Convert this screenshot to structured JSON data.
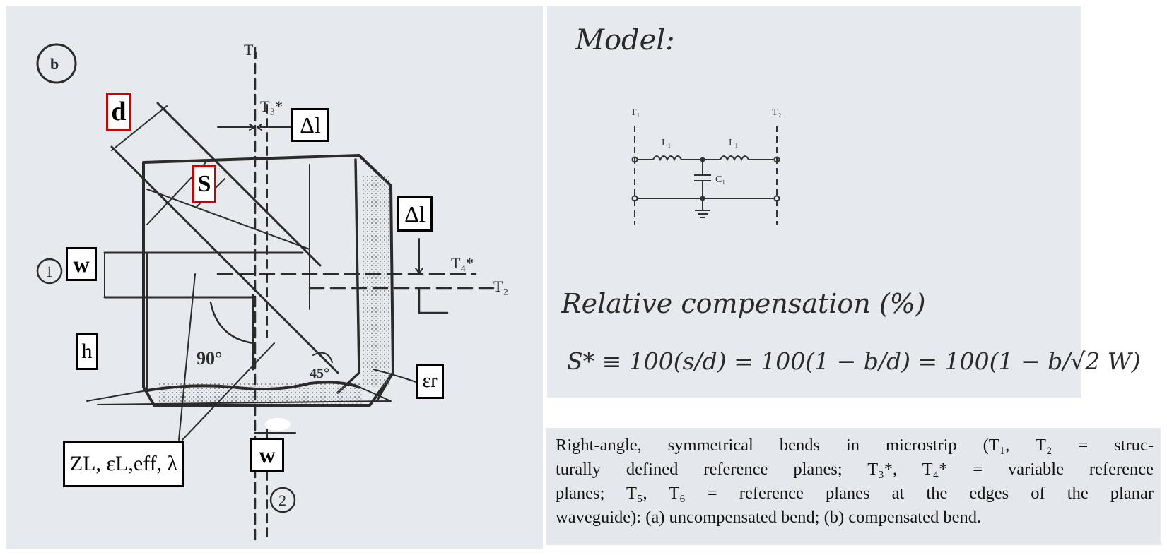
{
  "left_diagram": {
    "circle_label_b": "b",
    "port_labels": [
      "1",
      "2"
    ],
    "plane_labels": {
      "t1": "T₁",
      "t3": "T₃*",
      "t4": "T₄*",
      "t2": "T₂"
    },
    "angle_labels": [
      "90°",
      "45°"
    ],
    "boxes": {
      "d": "d",
      "s": "S",
      "delta_l_top": "Δl",
      "delta_l_right": "Δl",
      "w_left": "w",
      "w_bottom": "w",
      "h": "h",
      "epsilon_r": "εr",
      "zl": "ZL, εL,eff, λ"
    }
  },
  "model": {
    "title": "Model:",
    "circuit": {
      "t1": "T₁",
      "t2": "T₂",
      "l1_left": "L₁",
      "l1_right": "L₁",
      "c1": "C₁"
    },
    "relative_compensation_label": "Relative compensation (%)",
    "formula": "S* ≡ 100(s/d) = 100(1 − b/d) = 100(1 − b/√2 W)"
  },
  "caption": {
    "lines": [
      "Right-angle, symmetrical bends in microstrip (T₁, T₂ = struc-",
      "turally defined reference planes; T₃*, T₄* = variable reference",
      "planes; T₅, T₆ = reference planes at the edges of the planar",
      "waveguide): (a) uncompensated bend; (b) compensated bend."
    ]
  },
  "colors": {
    "panel_bg": "#e6eaee",
    "box_border": "#000000",
    "highlight_border": "#cc0000",
    "ink": "#2a2a2a"
  }
}
